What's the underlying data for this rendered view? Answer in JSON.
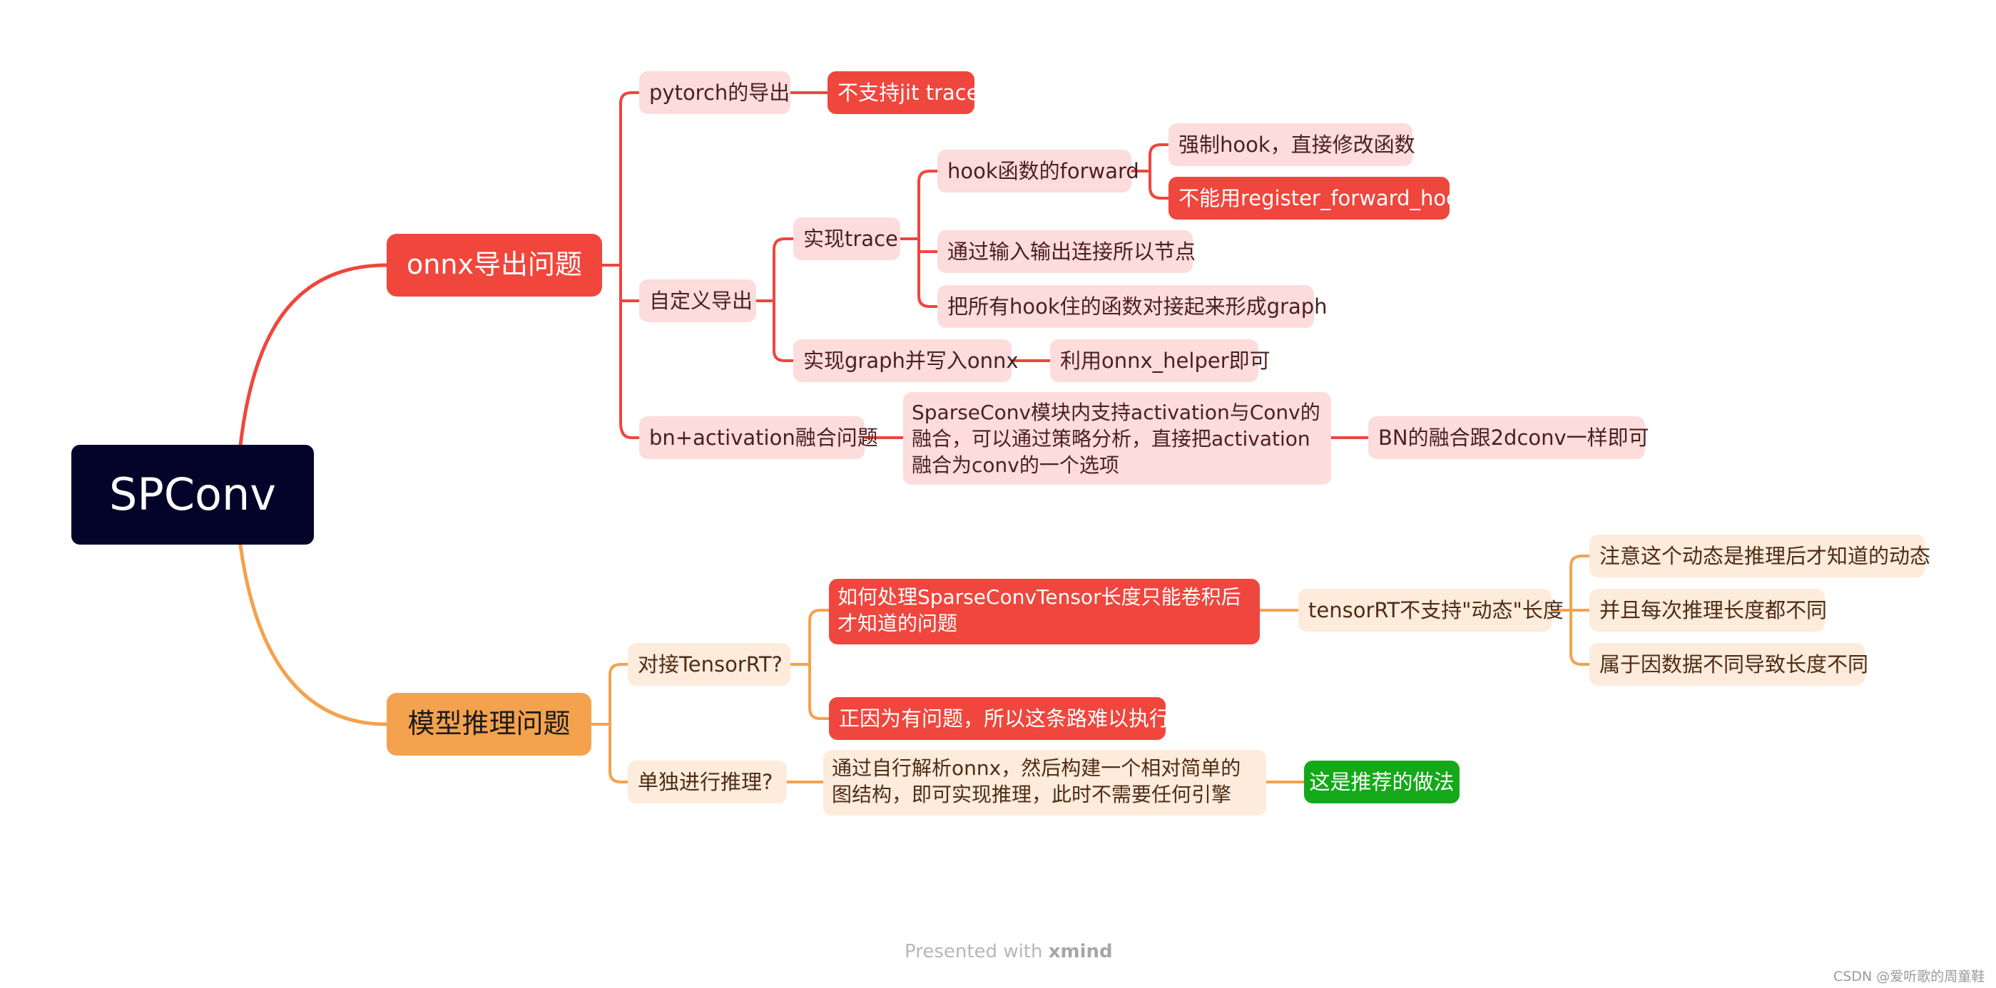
{
  "root": "SPConv",
  "branches": {
    "onnx": {
      "label": "onnx导出问题",
      "pytorch_export": "pytorch的导出",
      "no_jit_trace": "不支持jit trace",
      "custom_export": "自定义导出",
      "impl_trace": "实现trace",
      "hook_forward": "hook函数的forward",
      "force_hook": "强制hook，直接修改函数",
      "no_register_hook": "不能用register_forward_hook",
      "connect_nodes": "通过输入输出连接所以节点",
      "join_hooked": "把所有hook住的函数对接起来形成graph",
      "impl_graph": "实现graph并写入onnx",
      "use_helper": "利用onnx_helper即可",
      "bn_act": "bn+activation融合问题",
      "sparseconv_desc": "SparseConv模块内支持activation与Conv的融合，可以通过策略分析，直接把activation融合为conv的一个选项",
      "bn_fuse": "BN的融合跟2dconv一样即可"
    },
    "inference": {
      "label": "模型推理问题",
      "tensorrt": "对接TensorRT?",
      "how_handle": "如何处理SparseConvTensor长度只能卷积后才知道的问题",
      "trt_no_dynamic": "tensorRT不支持\"动态\"长度",
      "note_dynamic": "注意这个动态是推理后才知道的动态",
      "each_diff": "并且每次推理长度都不同",
      "data_diff": "属于因数据不同导致长度不同",
      "hard_path": "正因为有问题，所以这条路难以执行",
      "standalone": "单独进行推理?",
      "parse_onnx": "通过自行解析onnx，然后构建一个相对简单的图结构，即可实现推理，此时不需要任何引擎",
      "recommended": "这是推荐的做法"
    }
  },
  "footer": {
    "presented": "Presented with",
    "brand": "xmind"
  },
  "credit": "CSDN @爱听歌的周童鞋",
  "colors": {
    "red": "#ef463d",
    "orange": "#f4a24e",
    "green": "#14a918",
    "root": "#04032a"
  }
}
